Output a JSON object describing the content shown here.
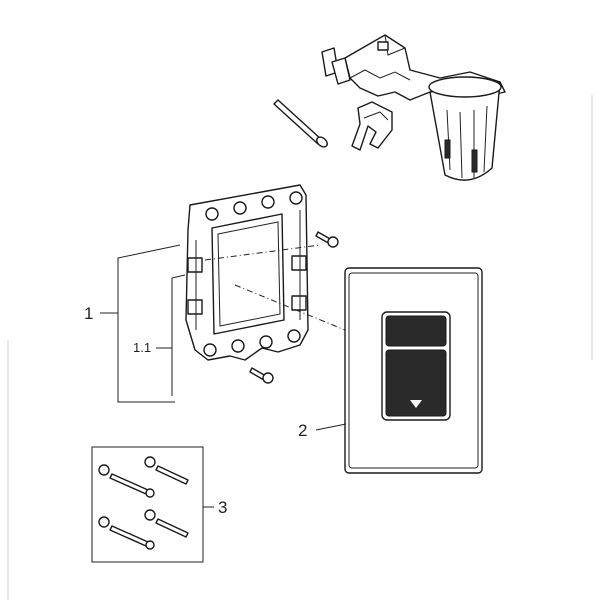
{
  "callouts": {
    "frame": "1",
    "frame_sub": "1.1",
    "cover_plate": "2",
    "screws": "3"
  },
  "colors": {
    "line": "#1a1a1a",
    "button": "#2a2a2a",
    "background": "#ffffff"
  }
}
